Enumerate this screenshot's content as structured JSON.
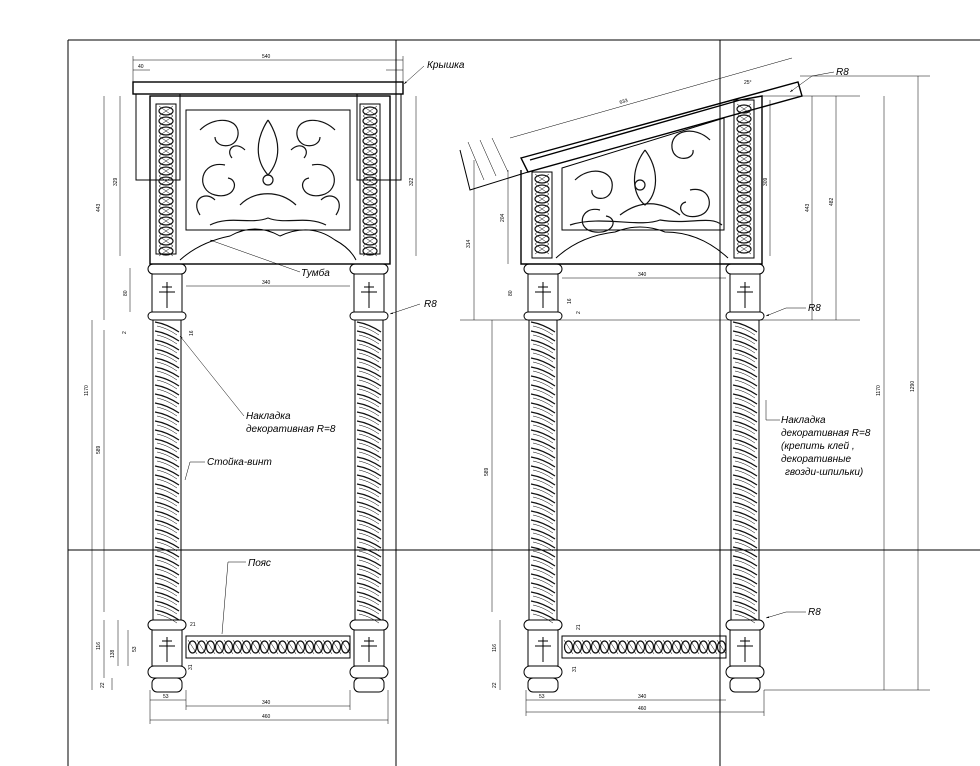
{
  "labels": {
    "kryshka": "Крышка",
    "tumba": "Тумба",
    "r8": "R8",
    "nakladka_1": "Накладка",
    "nakladka_2": "декоративная R=8",
    "stoika": "Стойка-винт",
    "poyas": "Пояс",
    "note_1": "Накладка",
    "note_2": "декоративная R=8",
    "note_3": "(крепить клей ,",
    "note_4": "декоративные",
    "note_5": "гвозди-шпильки)"
  },
  "dims": {
    "front_top_width": "540",
    "front_overhang": "40",
    "front_h443": "443",
    "front_h329": "329",
    "front_h322": "322",
    "front_w340": "340",
    "front_h80": "80",
    "front_h2": "2",
    "front_h16": "16",
    "front_h1170": "1170",
    "front_h589": "589",
    "front_h116": "116",
    "front_h138": "138",
    "front_h53v": "53",
    "front_h22": "22",
    "front_h21": "21",
    "front_h31": "31",
    "front_w53": "53",
    "front_w340b": "340",
    "front_w460": "460",
    "side_slant": "633",
    "side_angle": "25°",
    "side_h314": "314",
    "side_h204": "204",
    "side_h309": "309",
    "side_h443": "443",
    "side_h482": "482",
    "side_w340": "340",
    "side_h80": "80",
    "side_h16": "16",
    "side_h2": "2",
    "side_h1170": "1170",
    "side_h1290": "1290",
    "side_h589": "589",
    "side_h116": "116",
    "side_h21": "21",
    "side_h31": "31",
    "side_h22": "22",
    "side_w53": "53",
    "side_w340b": "340",
    "side_w460": "460"
  }
}
